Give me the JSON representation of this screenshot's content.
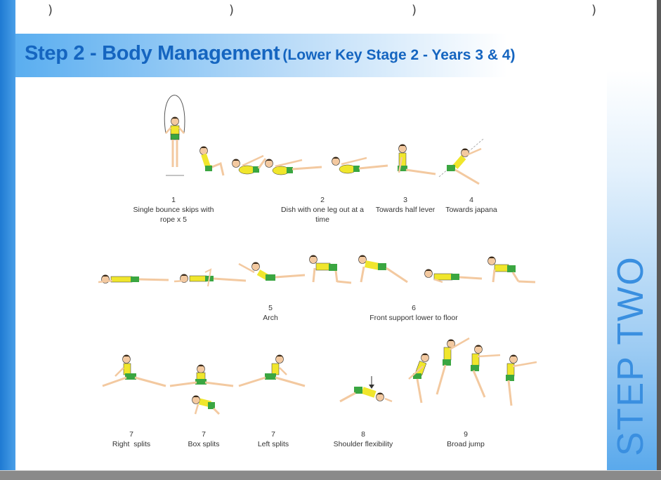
{
  "title": {
    "main": "Step 2 - Body Management",
    "sub": "(Lower Key Stage 2 - Years 3 & 4)"
  },
  "side_label": "STEP TWO",
  "colors": {
    "accent_blue": "#1565c0",
    "body_yellow": "#f0e62c",
    "shorts_green": "#3aa641",
    "skin": "#f3c9a0",
    "hair": "#3a2a1a"
  },
  "captions": [
    {
      "num": "1",
      "label": "Single bounce skips with rope x 5"
    },
    {
      "num": "2",
      "label": "Dish with one leg out at a time"
    },
    {
      "num": "3",
      "label": "Towards half lever"
    },
    {
      "num": "4",
      "label": "Towards japana"
    },
    {
      "num": "5",
      "label": "Arch"
    },
    {
      "num": "6",
      "label": "Front support lower to floor"
    },
    {
      "num": "7",
      "label": "Right  splits"
    },
    {
      "num": "7",
      "label": "Box splits"
    },
    {
      "num": "7",
      "label": "Left splits"
    },
    {
      "num": "8",
      "label": "Shoulder flexibility"
    },
    {
      "num": "9",
      "label": "Broad jump"
    }
  ]
}
